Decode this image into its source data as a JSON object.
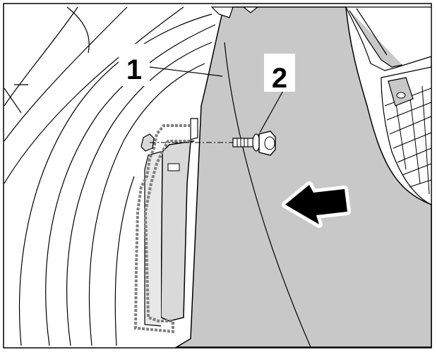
{
  "callouts": [
    {
      "id": "1",
      "label": "1"
    },
    {
      "id": "2",
      "label": "2"
    }
  ],
  "colors": {
    "panel_fill": "#c8c8c8",
    "clip_fill": "#d9d9d9",
    "outline": "#000000",
    "dotted_outline": "#808080",
    "arrow_fill": "#000000"
  },
  "icons": {
    "direction_arrow": "arrow-left-icon",
    "fastener": "flange-bolt-icon"
  }
}
